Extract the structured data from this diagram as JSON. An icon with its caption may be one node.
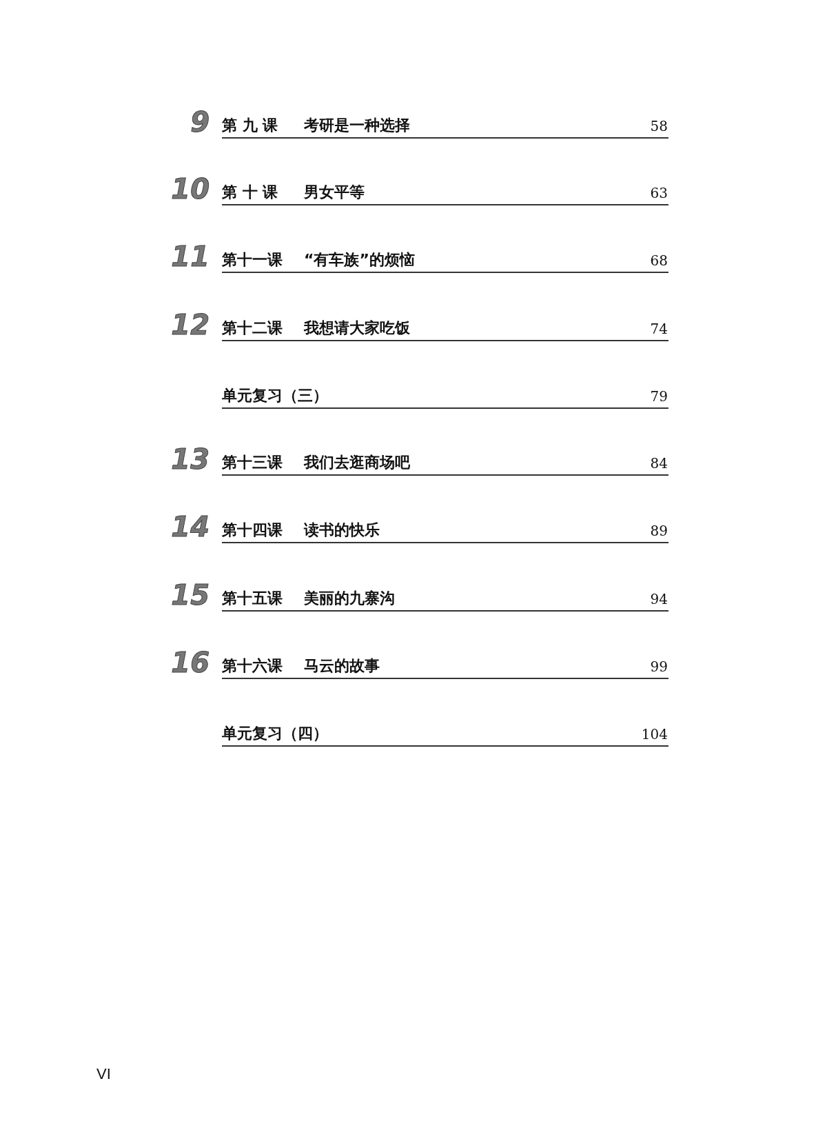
{
  "diagram": {
    "labels": [
      "9",
      "第 九 课",
      "考研是一种选择",
      "58",
      "10",
      "第 十 课",
      "男女平等",
      "63",
      "11",
      "第十一课",
      "“有车族”的烦恼",
      "68",
      "12",
      "第十二课",
      "我想请大家吃饭",
      "74",
      "单元复习（三）",
      "79",
      "13",
      "第十三课",
      "我们去逛商场吧",
      "84",
      "14",
      "第十四课",
      "读书的快乐",
      "89",
      "15",
      "第十五课",
      "美丽的九寨沟",
      "94",
      "16",
      "第十六课",
      "马云的故事",
      "99",
      "单元复习（四）",
      "104",
      "VI"
    ]
  }
}
